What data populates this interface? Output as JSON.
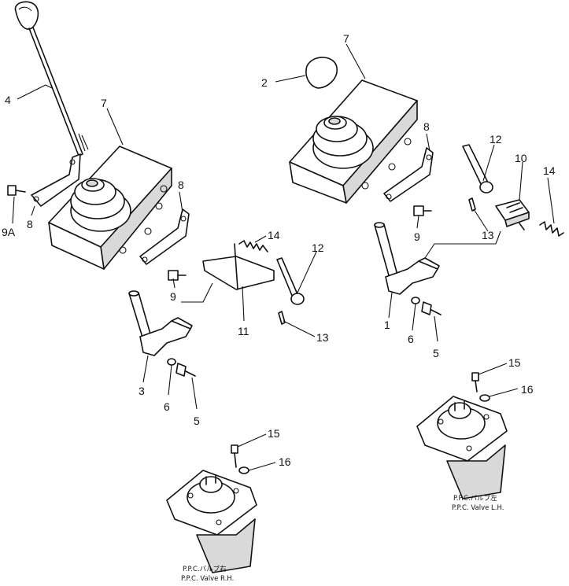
{
  "callouts": {
    "c1": "1",
    "c2": "2",
    "c3": "3",
    "c4": "4",
    "c5a": "5",
    "c5b": "5",
    "c6a": "6",
    "c6b": "6",
    "c7a": "7",
    "c7b": "7",
    "c8a": "8",
    "c8b": "8",
    "c8c": "8",
    "c9a": "9",
    "c9b": "9",
    "c9A": "9A",
    "c10": "10",
    "c11": "11",
    "c12a": "12",
    "c12b": "12",
    "c13a": "13",
    "c13b": "13",
    "c14a": "14",
    "c14b": "14",
    "c15a": "15",
    "c15b": "15",
    "c16a": "16",
    "c16b": "16"
  },
  "captions": {
    "valve_rh_jp": "P.P.C.バルブ右",
    "valve_rh_en": "P.P.C. Valve R.H.",
    "valve_lh_jp": "P.P.C.バルブ左",
    "valve_lh_en": "P.P.C. Valve L.H."
  }
}
